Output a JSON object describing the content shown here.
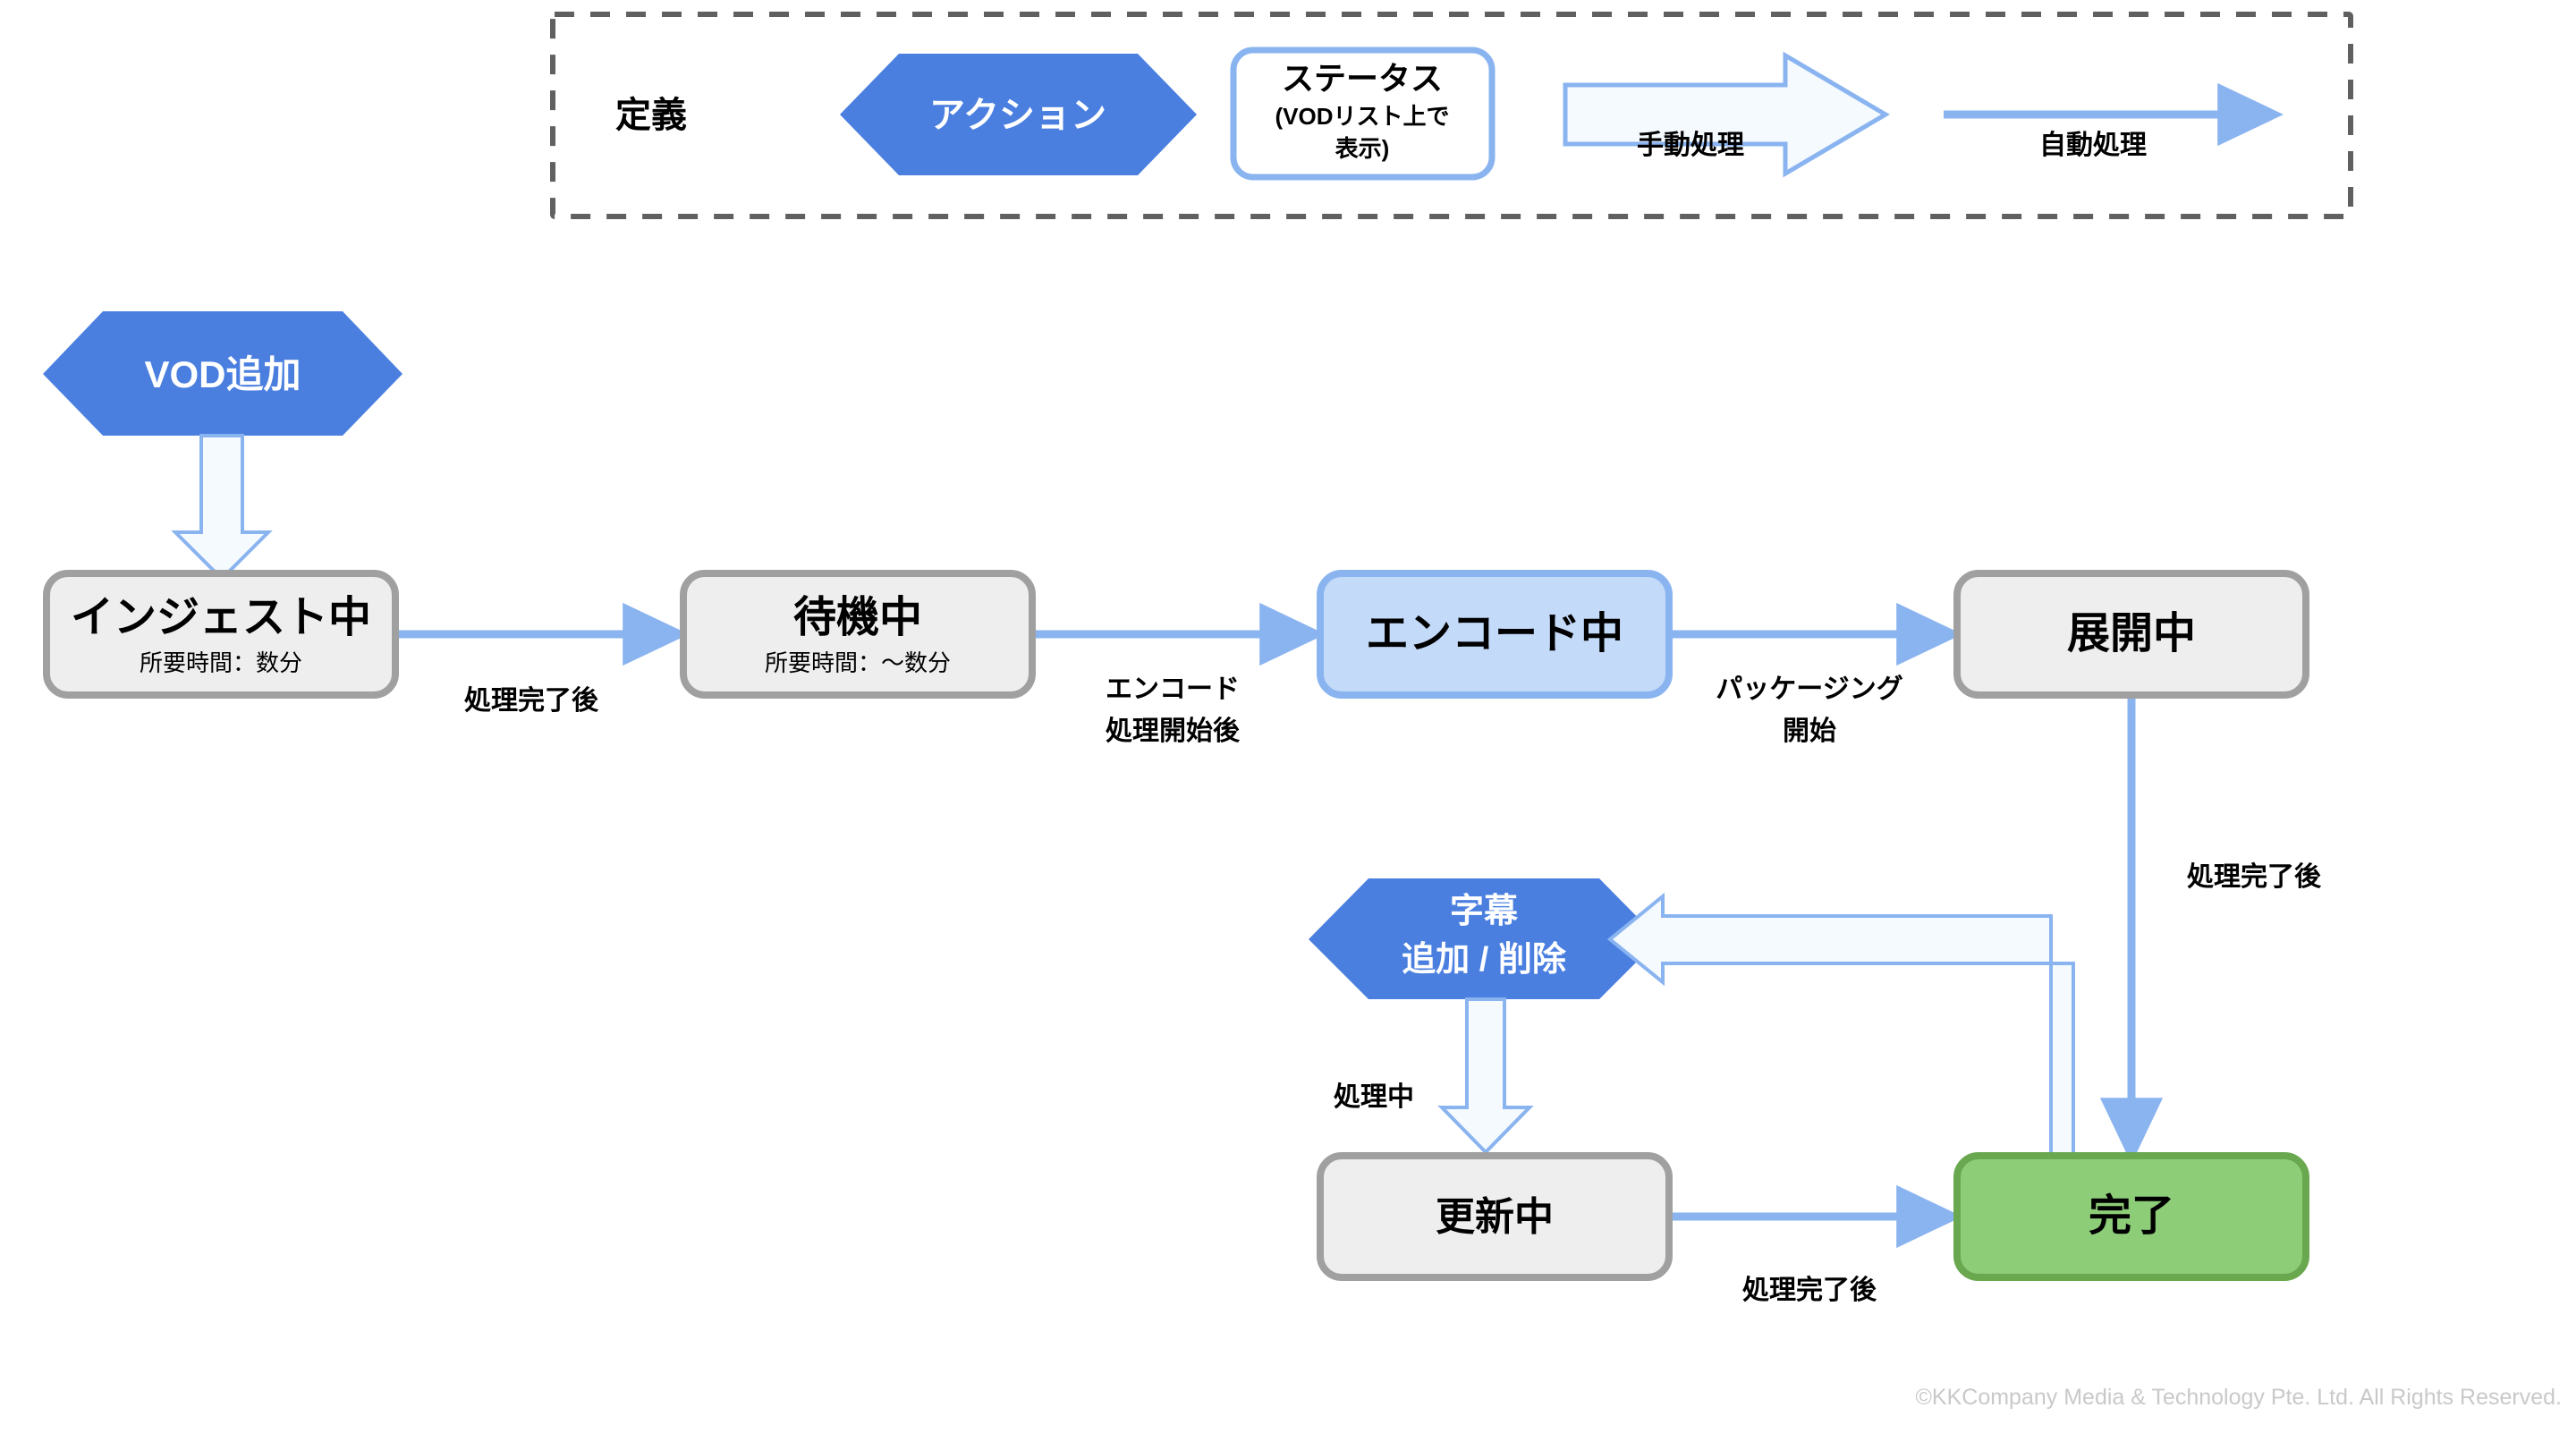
{
  "legend": {
    "title": "定義",
    "action_shape_label": "アクション",
    "status_shape_label": "ステータス",
    "status_shape_sub1": "(VODリスト上で",
    "status_shape_sub2": "表示)",
    "manual_arrow_label": "手動処理",
    "auto_arrow_label": "自動処理"
  },
  "actions": {
    "vod_add": "VOD追加",
    "subtitle_line1": "字幕",
    "subtitle_line2": "追加 / 削除"
  },
  "statuses": {
    "ingesting": {
      "title": "インジェスト中",
      "sub": "所要時間：数分"
    },
    "waiting": {
      "title": "待機中",
      "sub": "所要時間：〜数分"
    },
    "encoding": {
      "title": "エンコード中",
      "sub": ""
    },
    "deploying": {
      "title": "展開中",
      "sub": ""
    },
    "updating": {
      "title": "更新中",
      "sub": ""
    },
    "completed": {
      "title": "完了",
      "sub": ""
    }
  },
  "edges": {
    "ingest_to_waiting": "処理完了後",
    "waiting_to_encoding_l1": "エンコード",
    "waiting_to_encoding_l2": "処理開始後",
    "encoding_to_deploying_l1": "パッケージング",
    "encoding_to_deploying_l2": "開始",
    "deploying_to_completed": "処理完了後",
    "subtitle_to_updating": "処理中",
    "updating_to_completed": "処理完了後"
  },
  "footer": {
    "copyright": "©KKCompany Media & Technology Pte. Ltd. All Rights Reserved."
  },
  "colors": {
    "action_blue": "#4a7fe0",
    "arrow_blue": "#8ab4f0",
    "manual_fill": "#f5faff",
    "status_gray_fill": "#eeeeee",
    "status_gray_border": "#a0a0a0",
    "status_active_fill": "#c3daf9",
    "status_active_border": "#8ab4f0",
    "status_done_fill": "#8dcd78",
    "status_done_border": "#6aa84f",
    "legend_border": "#606060",
    "footer_text": "#c9c9c9"
  }
}
